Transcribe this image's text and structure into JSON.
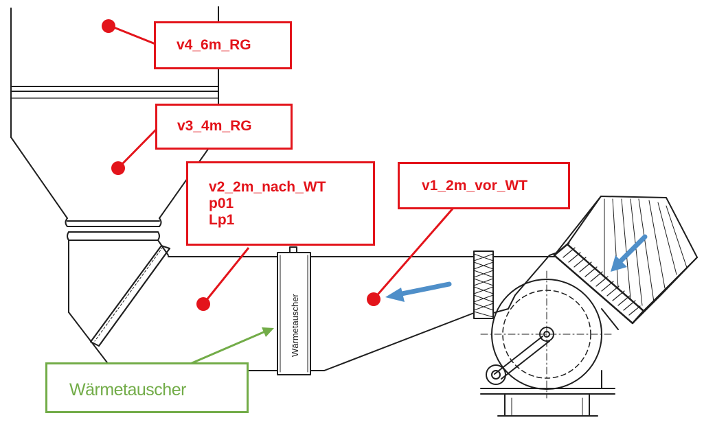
{
  "labels": {
    "v4": "v4_6m_RG",
    "v3": "v3_4m_RG",
    "v2_lines": [
      "v2_2m_nach_WT",
      "p01",
      "Lp1"
    ],
    "v1": "v1_2m_vor_WT",
    "heat_exchanger": "Wärmetauscher"
  },
  "drawing": {
    "heat_exchanger_stencil": "Wärmetauscher"
  },
  "colors": {
    "measurement_red": "#e3141b",
    "annotation_green": "#72ac48",
    "flow_arrow_blue": "#4f8fc9",
    "line_drawing": "#1f1f1f"
  }
}
